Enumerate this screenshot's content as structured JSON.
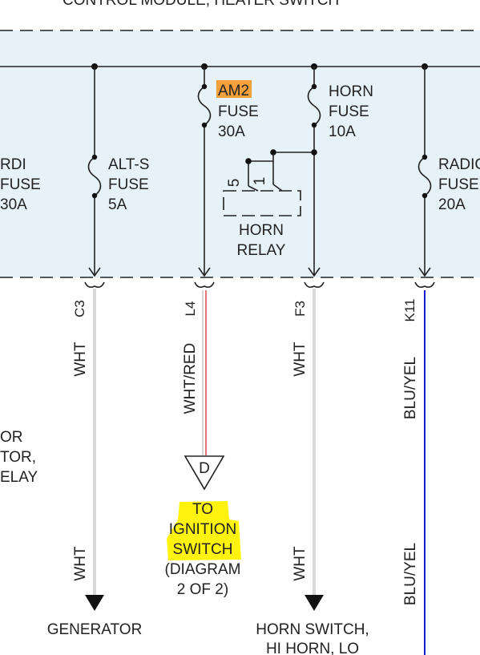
{
  "header": {
    "clipped_title": "CONTROL MODULE, HEATER SWITCH"
  },
  "fuses": {
    "left_partial": {
      "line1": "RDI",
      "line2": "FUSE",
      "line3": "30A"
    },
    "alt_s": {
      "line1": "ALT-S",
      "line2": "FUSE",
      "line3": "5A"
    },
    "am2": {
      "line1": "AM2",
      "line2": "FUSE",
      "line3": "30A"
    },
    "horn": {
      "line1": "HORN",
      "line2": "FUSE",
      "line3": "10A"
    },
    "radio": {
      "line1": "RADIC",
      "line2": "FUSE",
      "line3": "20A"
    }
  },
  "relay": {
    "pin5": "5",
    "pin1": "1",
    "line1": "HORN",
    "line2": "RELAY"
  },
  "connectors": {
    "c3": "C3",
    "l4": "L4",
    "f3": "F3",
    "k11": "K11"
  },
  "wires": {
    "c3_upper": "WHT",
    "c3_lower": "WHT",
    "l4": "WHT/RED",
    "f3_upper": "WHT",
    "f3_lower": "WHT",
    "k11_upper": "BLU/YEL",
    "k11_lower": "BLU/YEL"
  },
  "left_text": {
    "line1": "OR",
    "line2": "TOR,",
    "line3": "ELAY"
  },
  "offpage": {
    "letter": "D",
    "line1": "TO",
    "line2": "IGNITION",
    "line3": "SWITCH",
    "line4": "(DIAGRAM",
    "line5": "2 OF 2)"
  },
  "destinations": {
    "generator": "GENERATOR",
    "horn_line1": "HORN SWITCH,",
    "horn_line2": "HI HORN, LO"
  },
  "colors": {
    "fuse_box_fill": "#e6f2f8",
    "wire_white": "#d8d8d8",
    "wire_red": "#cc2222",
    "wire_blue": "#1a1ad0",
    "highlight_orange": "#f4a03c",
    "highlight_yellow": "#fff200"
  }
}
